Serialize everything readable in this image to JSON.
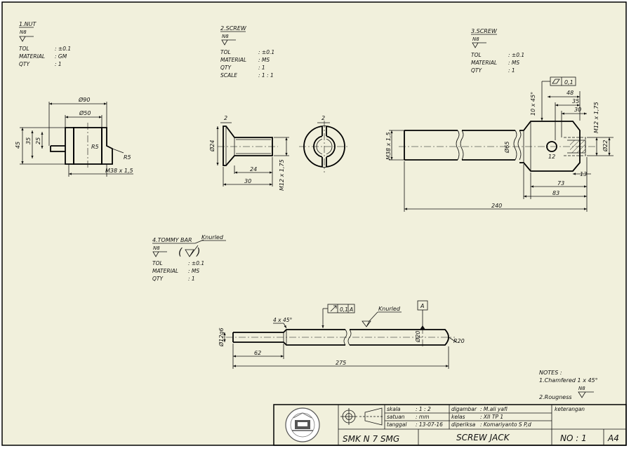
{
  "sheet": {
    "background": "#f1f0dc",
    "line_color": "#111111"
  },
  "nut": {
    "title": "1.NUT",
    "surface": "N8",
    "tol_label": "TOL",
    "tol_value": ": ±0.1",
    "material_label": "MATERIAL",
    "material_value": ": GM",
    "qty_label": "QTY",
    "qty_value": ": 1",
    "dim_d90": "Ø90",
    "dim_d50": "Ø50",
    "dim_45": "45",
    "dim_35": "35",
    "dim_25": "25",
    "dim_r5": "R5",
    "dim_r5b": "R5",
    "thread": "M38 x 1,5"
  },
  "screw": {
    "title": "2.SCREW",
    "surface": "N8",
    "tol_label": "TOL",
    "tol_value": ": ±0.1",
    "material_label": "MATERIAL",
    "material_value": ": MS",
    "qty_label": "QTY",
    "qty_value": ": 1",
    "scale_label": "SCALE",
    "scale_value": ": 1 : 1",
    "dim_2": "2",
    "dim_d24": "Ø24",
    "dim_24": "24",
    "dim_30": "30",
    "thread": "M12 x 1,75",
    "dim_2b": "2"
  },
  "screw_jack": {
    "title": "3.SCREW",
    "surface": "N8",
    "tol_label": "TOL",
    "tol_value": ": ±0.1",
    "material_label": "MATERIAL",
    "material_value": ": MS",
    "qty_label": "QTY",
    "qty_value": ": 1",
    "tolerance_frame": "0,1",
    "dim_48": "48",
    "dim_35": "35",
    "dim_30": "30",
    "chamfer": "10 x 45°",
    "thread_m12": "M12 x 1,75",
    "thread_m38": "M38 x 1,5",
    "dim_d65": "Ø65",
    "dim_d22": "Ø22",
    "dim_12": "12",
    "dim_13": "13",
    "dim_73": "73",
    "dim_83": "83",
    "dim_240": "240"
  },
  "tommy_bar": {
    "title": "4.TOMMY BAR",
    "knurled": "Knurled",
    "surface": "N8",
    "tol_label": "TOL",
    "tol_value": ": ±0.1",
    "material_label": "MATERIAL",
    "material_value": ": MS",
    "qty_label": "QTY",
    "qty_value": ": 1",
    "chamfer": "4 x 45°",
    "tolerance_frame": "0,1",
    "datum_ref": "A",
    "knurled_label": "Knurled",
    "datum": "A",
    "dim_d12g6": "Ø12g6",
    "dim_d20": "Ø20",
    "dim_r20": "R20",
    "dim_62": "62",
    "dim_275": "275"
  },
  "notes": {
    "title": "NOTES :",
    "note1": "1.Chamfered 1 x 45°",
    "surface": "N8",
    "note2": "2.Rougness"
  },
  "title_block": {
    "skala_label": "skala",
    "skala_value": ": 1 : 2",
    "satuan_label": "satuan",
    "satuan_value": ": mm",
    "tanggal_label": "tanggal",
    "tanggal_value": ": 13-07-16",
    "digambar_label": "digambar",
    "digambar_value": ": M.ali yafi",
    "kelas_label": "kelas",
    "kelas_value": ": XII TP 1",
    "diperiksa_label": "diperiksa",
    "diperiksa_value": ": Komariyanto S P,d",
    "keterangan": "keterangan",
    "school": "SMK N 7 SMG",
    "drawing_title": "SCREW JACK",
    "number": "NO : 1",
    "sheet_size": "A4"
  }
}
